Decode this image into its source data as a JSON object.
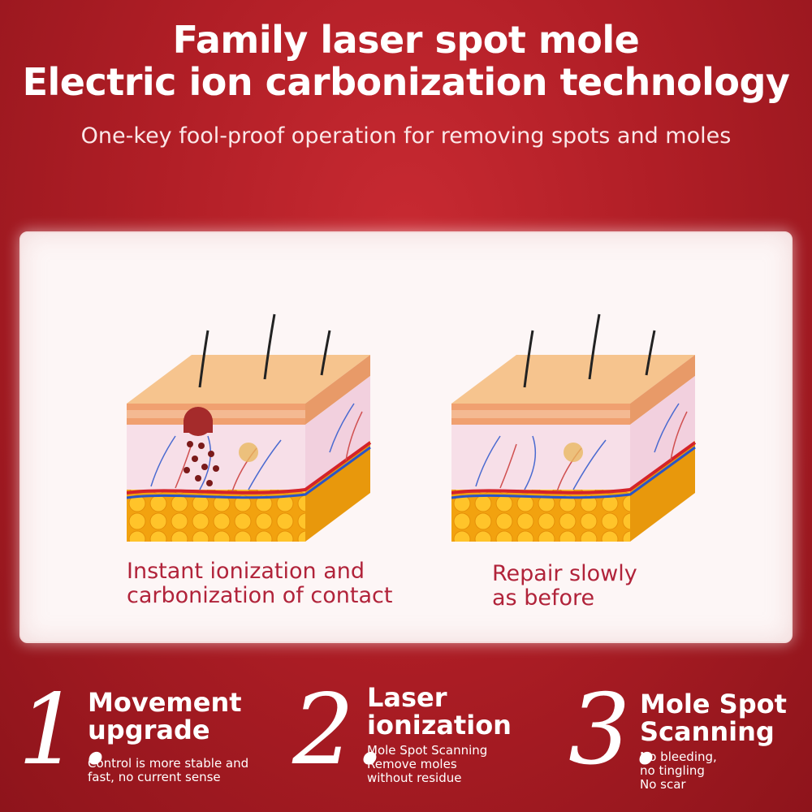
{
  "header": {
    "title_line1": "Family laser spot mole",
    "title_line2": "Electric ion carbonization technology",
    "subtitle": "One-key fool-proof operation for removing spots and moles"
  },
  "panel": {
    "left_caption_line1": "Instant ionization and",
    "left_caption_line2": "carbonization of contact",
    "right_caption_line1": "Repair slowly",
    "right_caption_line2": "as before"
  },
  "features": [
    {
      "number": "1.",
      "title_line1": "Movement",
      "title_line2": "upgrade",
      "desc_line1": "Control is more stable and",
      "desc_line2": "fast, no current sense",
      "desc_line3": ""
    },
    {
      "number": "2.",
      "title_line1": "Laser",
      "title_line2": "ionization",
      "desc_line1": "Mole Spot Scanning",
      "desc_line2": "Remove moles",
      "desc_line3": "without residue"
    },
    {
      "number": "3.",
      "title_line1": "Mole Spot",
      "title_line2": "Scanning",
      "desc_line1": "No bleeding,",
      "desc_line2": "no tingling",
      "desc_line3": "No scar"
    }
  ],
  "colors": {
    "background": "#b01e26",
    "caption": "#b1233a",
    "panel": "#fdf6f6"
  }
}
